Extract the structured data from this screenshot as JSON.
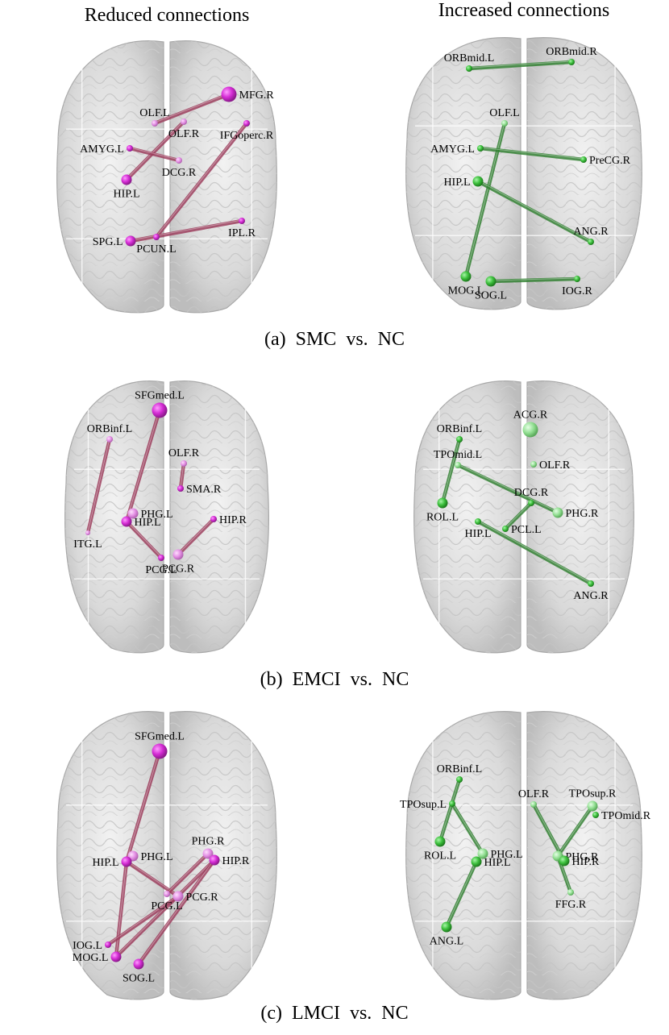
{
  "headers": {
    "left": "Reduced connections",
    "right": "Increased connections"
  },
  "colors": {
    "reduced": "#cc33cc",
    "reduced_edge": "#9b3a5a",
    "increased": "#33aa33",
    "increased_edge": "#2f7f2f"
  },
  "panels": [
    {
      "caption": "(a)  SMC  vs.  NC",
      "reduced": {
        "nodes": [
          {
            "id": "MFG.R",
            "label": "MFG.R",
            "size": "large",
            "label_side": "right"
          },
          {
            "id": "OLF.L",
            "label": "OLF.L",
            "size": "small",
            "label_side": "above"
          },
          {
            "id": "OLF.R",
            "label": "OLF.R",
            "size": "small",
            "label_side": "below"
          },
          {
            "id": "IFGoperc.R",
            "label": "IFGoperc.R",
            "size": "small",
            "label_side": "below"
          },
          {
            "id": "AMYG.L",
            "label": "AMYG.L",
            "size": "small",
            "label_side": "left"
          },
          {
            "id": "DCG.R",
            "label": "DCG.R",
            "size": "small",
            "label_side": "below"
          },
          {
            "id": "HIP.L",
            "label": "HIP.L",
            "size": "medium",
            "label_side": "below"
          },
          {
            "id": "IPL.R",
            "label": "IPL.R",
            "size": "small",
            "label_side": "below"
          },
          {
            "id": "SPG.L",
            "label": "SPG.L",
            "size": "medium",
            "label_side": "left"
          },
          {
            "id": "PCUN.L",
            "label": "PCUN.L",
            "size": "small",
            "label_side": "below"
          }
        ],
        "edges": [
          [
            "MFG.R",
            "OLF.L"
          ],
          [
            "OLF.R",
            "HIP.L"
          ],
          [
            "AMYG.L",
            "DCG.R"
          ],
          [
            "IFGoperc.R",
            "PCUN.L"
          ],
          [
            "SPG.L",
            "IPL.R"
          ]
        ]
      },
      "increased": {
        "nodes": [
          {
            "id": "ORBmid.L",
            "label": "ORBmid.L",
            "size": "small",
            "label_side": "above"
          },
          {
            "id": "ORBmid.R",
            "label": "ORBmid.R",
            "size": "small",
            "label_side": "above"
          },
          {
            "id": "OLF.L",
            "label": "OLF.L",
            "size": "small",
            "label_side": "above"
          },
          {
            "id": "AMYG.L",
            "label": "AMYG.L",
            "size": "small",
            "label_side": "left"
          },
          {
            "id": "PreCG.R",
            "label": "PreCG.R",
            "size": "small",
            "label_side": "right"
          },
          {
            "id": "HIP.L",
            "label": "HIP.L",
            "size": "medium",
            "label_side": "left"
          },
          {
            "id": "ANG.R",
            "label": "ANG.R",
            "size": "small",
            "label_side": "above"
          },
          {
            "id": "MOG.L",
            "label": "MOG.L",
            "size": "medium",
            "label_side": "below"
          },
          {
            "id": "SOG.L",
            "label": "SOG.L",
            "size": "medium",
            "label_side": "below"
          },
          {
            "id": "IOG.R",
            "label": "IOG.R",
            "size": "small",
            "label_side": "below"
          }
        ],
        "edges": [
          [
            "ORBmid.L",
            "ORBmid.R"
          ],
          [
            "OLF.L",
            "MOG.L"
          ],
          [
            "AMYG.L",
            "PreCG.R"
          ],
          [
            "HIP.L",
            "ANG.R"
          ],
          [
            "SOG.L",
            "IOG.R"
          ]
        ]
      }
    },
    {
      "caption": "(b)  EMCI  vs.  NC",
      "reduced": {
        "nodes": [
          {
            "id": "SFGmed.L",
            "label": "SFGmed.L",
            "size": "large",
            "label_side": "above"
          },
          {
            "id": "ORBinf.L",
            "label": "ORBinf.L",
            "size": "small",
            "label_side": "above"
          },
          {
            "id": "OLF.R",
            "label": "OLF.R",
            "size": "small",
            "label_side": "above"
          },
          {
            "id": "SMA.R",
            "label": "SMA.R",
            "size": "small",
            "label_side": "right"
          },
          {
            "id": "PHG.L",
            "label": "PHG.L",
            "size": "medium",
            "label_side": "right"
          },
          {
            "id": "HIP.L",
            "label": "HIP.L",
            "size": "medium",
            "label_side": "right"
          },
          {
            "id": "HIP.R",
            "label": "HIP.R",
            "size": "small",
            "label_side": "right"
          },
          {
            "id": "ITG.L",
            "label": "ITG.L",
            "size": "tiny",
            "label_side": "below"
          },
          {
            "id": "PCG.L",
            "label": "PCG.L",
            "size": "small",
            "label_side": "below"
          },
          {
            "id": "PCG.R",
            "label": "PCG.R",
            "size": "medium",
            "label_side": "below"
          }
        ],
        "edges": [
          [
            "SFGmed.L",
            "HIP.L"
          ],
          [
            "ORBinf.L",
            "ITG.L"
          ],
          [
            "OLF.R",
            "SMA.R"
          ],
          [
            "HIP.L",
            "PCG.L"
          ],
          [
            "HIP.R",
            "PCG.R"
          ]
        ]
      },
      "increased": {
        "nodes": [
          {
            "id": "ACG.R",
            "label": "ACG.R",
            "size": "large",
            "label_side": "above"
          },
          {
            "id": "ORBinf.L",
            "label": "ORBinf.L",
            "size": "small",
            "label_side": "above"
          },
          {
            "id": "TPOmid.L",
            "label": "TPOmid.L",
            "size": "small",
            "label_side": "above"
          },
          {
            "id": "OLF.R",
            "label": "OLF.R",
            "size": "small",
            "label_side": "right"
          },
          {
            "id": "DCG.R",
            "label": "DCG.R",
            "size": "small",
            "label_side": "above"
          },
          {
            "id": "ROL.L",
            "label": "ROL.L",
            "size": "medium",
            "label_side": "below"
          },
          {
            "id": "PHG.R",
            "label": "PHG.R",
            "size": "medium",
            "label_side": "right"
          },
          {
            "id": "HIP.L",
            "label": "HIP.L",
            "size": "small",
            "label_side": "below"
          },
          {
            "id": "PCL.L",
            "label": "PCL.L",
            "size": "small",
            "label_side": "right"
          },
          {
            "id": "ANG.R",
            "label": "ANG.R",
            "size": "small",
            "label_side": "below"
          }
        ],
        "edges": [
          [
            "ORBinf.L",
            "ROL.L"
          ],
          [
            "TPOmid.L",
            "PHG.R"
          ],
          [
            "DCG.R",
            "PCL.L"
          ],
          [
            "HIP.L",
            "ANG.R"
          ]
        ]
      }
    },
    {
      "caption": "(c)  LMCI  vs.  NC",
      "reduced": {
        "nodes": [
          {
            "id": "SFGmed.L",
            "label": "SFGmed.L",
            "size": "large",
            "label_side": "above"
          },
          {
            "id": "PHG.L",
            "label": "PHG.L",
            "size": "medium",
            "label_side": "right"
          },
          {
            "id": "PHG.R",
            "label": "PHG.R",
            "size": "medium",
            "label_side": "above"
          },
          {
            "id": "HIP.L",
            "label": "HIP.L",
            "size": "medium",
            "label_side": "left"
          },
          {
            "id": "HIP.R",
            "label": "HIP.R",
            "size": "medium",
            "label_side": "right"
          },
          {
            "id": "PCG.L",
            "label": "PCG.L",
            "size": "small",
            "label_side": "below"
          },
          {
            "id": "PCG.R",
            "label": "PCG.R",
            "size": "medium",
            "label_side": "right"
          },
          {
            "id": "IOG.L",
            "label": "IOG.L",
            "size": "small",
            "label_side": "left"
          },
          {
            "id": "MOG.L",
            "label": "MOG.L",
            "size": "medium",
            "label_side": "left"
          },
          {
            "id": "SOG.L",
            "label": "SOG.L",
            "size": "medium",
            "label_side": "below"
          }
        ],
        "edges": [
          [
            "SFGmed.L",
            "HIP.L"
          ],
          [
            "HIP.L",
            "PCG.R"
          ],
          [
            "PHG.R",
            "PCG.L"
          ],
          [
            "HIP.L",
            "MOG.L"
          ],
          [
            "HIP.R",
            "MOG.L"
          ],
          [
            "HIP.R",
            "SOG.L"
          ],
          [
            "IOG.L",
            "PCG.R"
          ]
        ]
      },
      "increased": {
        "nodes": [
          {
            "id": "ORBinf.L",
            "label": "ORBinf.L",
            "size": "small",
            "label_side": "above"
          },
          {
            "id": "TPOsup.L",
            "label": "TPOsup.L",
            "size": "small",
            "label_side": "left"
          },
          {
            "id": "OLF.R",
            "label": "OLF.R",
            "size": "small",
            "label_side": "above"
          },
          {
            "id": "TPOsup.R",
            "label": "TPOsup.R",
            "size": "medium",
            "label_side": "above"
          },
          {
            "id": "TPOmid.R",
            "label": "TPOmid.R",
            "size": "small",
            "label_side": "right"
          },
          {
            "id": "ROL.L",
            "label": "ROL.L",
            "size": "medium",
            "label_side": "below"
          },
          {
            "id": "PHG.L",
            "label": "PHG.L",
            "size": "medium",
            "label_side": "right"
          },
          {
            "id": "HIP.L",
            "label": "HIP.L",
            "size": "medium",
            "label_side": "right"
          },
          {
            "id": "PHG.R",
            "label": "PHG.R",
            "size": "medium",
            "label_side": "right"
          },
          {
            "id": "HIP.R",
            "label": "HIP.R",
            "size": "medium",
            "label_side": "right"
          },
          {
            "id": "FFG.R",
            "label": "FFG.R",
            "size": "small",
            "label_side": "below"
          },
          {
            "id": "ANG.L",
            "label": "ANG.L",
            "size": "medium",
            "label_side": "below"
          }
        ],
        "edges": [
          [
            "ORBinf.L",
            "ROL.L"
          ],
          [
            "TPOsup.L",
            "PHG.L"
          ],
          [
            "HIP.L",
            "ANG.L"
          ],
          [
            "OLF.R",
            "HIP.R"
          ],
          [
            "TPOsup.R",
            "PHG.R"
          ],
          [
            "PHG.R",
            "FFG.R"
          ]
        ]
      }
    }
  ]
}
